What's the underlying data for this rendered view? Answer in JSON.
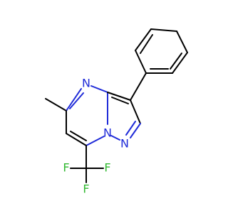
{
  "molecule": {
    "atoms": {
      "n4": {
        "label": "N",
        "color": "#1f2bd8"
      },
      "n8": {
        "label": "N",
        "color": "#1f2bd8"
      },
      "n1": {
        "label": "N",
        "color": "#1f2bd8"
      },
      "f1": {
        "label": "F",
        "color": "#32b832"
      },
      "f2": {
        "label": "F",
        "color": "#32b832"
      },
      "f3": {
        "label": "F",
        "color": "#32b832"
      }
    }
  }
}
